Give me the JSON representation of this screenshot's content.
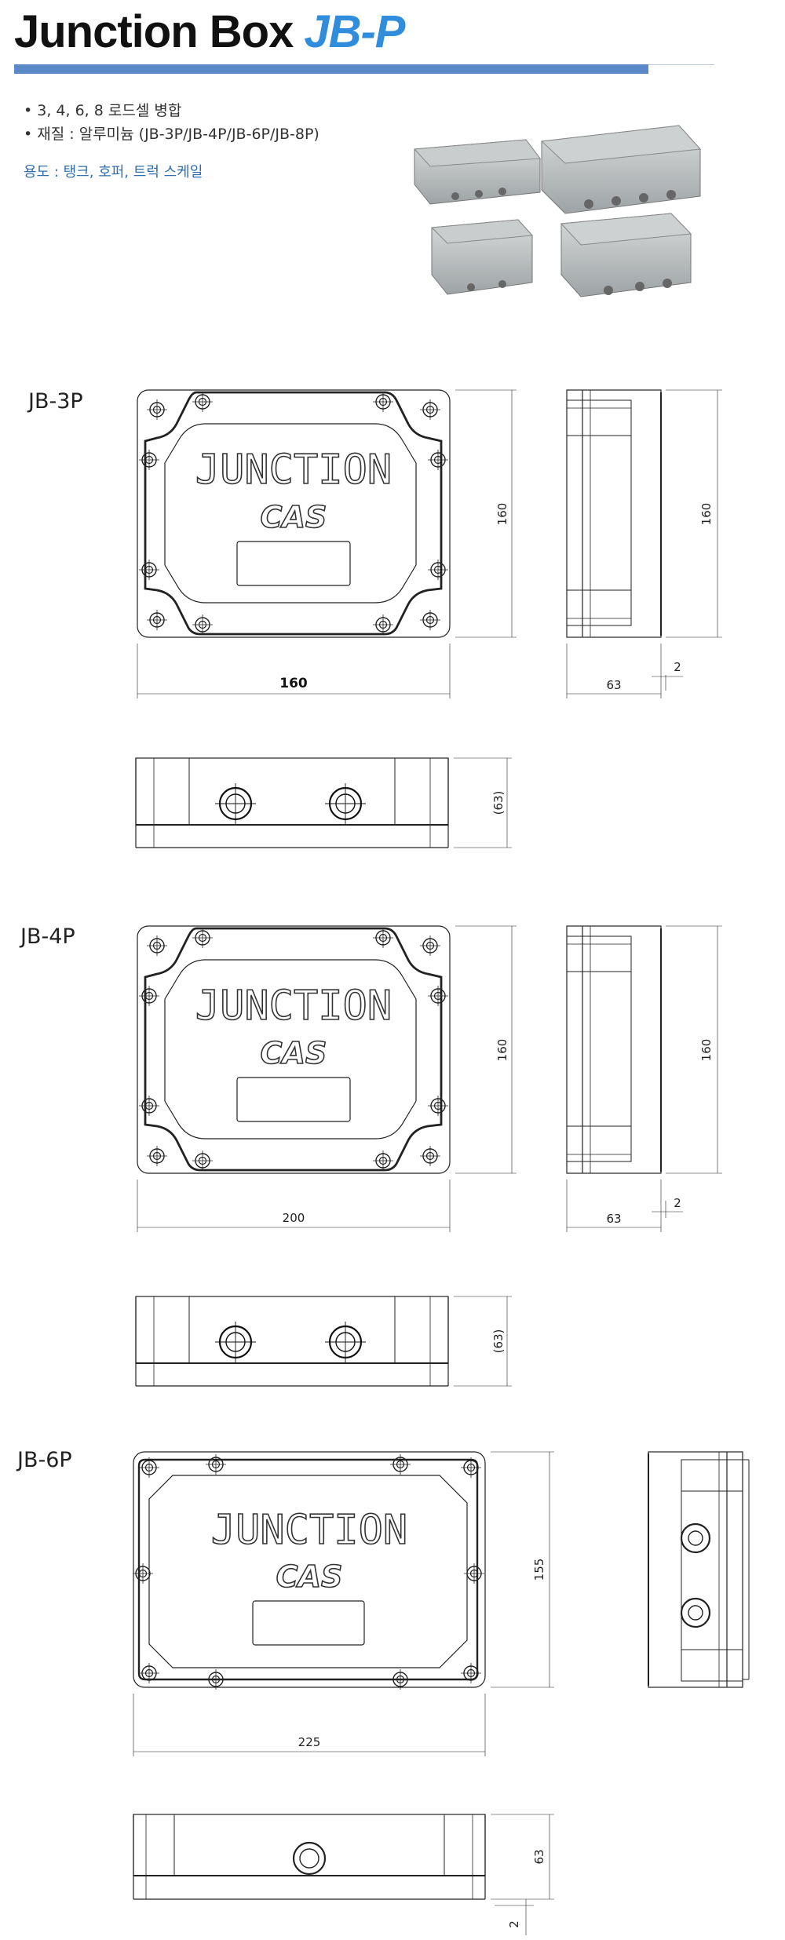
{
  "header": {
    "title": "Junction Box",
    "model": "JB-P"
  },
  "features": [
    "3, 4, 6, 8 로드셀 병합",
    "재질 : 알루미늄 (JB-3P/JB-4P/JB-6P/JB-8P)"
  ],
  "usage": "용도 : 탱크, 호퍼, 트럭 스케일",
  "drawing_text": {
    "junction": "JUNCTION",
    "brand": "CAS"
  },
  "models": [
    {
      "name": "JB-3P",
      "front_width": "160",
      "front_height": "160",
      "side_height": "160",
      "side_depth": "63",
      "flange": "2",
      "bottom_height": "(63)"
    },
    {
      "name": "JB-4P",
      "front_width": "200",
      "front_height": "160",
      "side_height": "160",
      "side_depth": "63",
      "flange": "2",
      "bottom_height": "(63)"
    },
    {
      "name": "JB-6P",
      "front_width": "225",
      "front_height": "155",
      "bottom_height": "63",
      "flange": "2"
    }
  ],
  "colors": {
    "title_accent": "#2f8ddb",
    "bar": "#5b88c6",
    "usage": "#2f6fb0"
  }
}
